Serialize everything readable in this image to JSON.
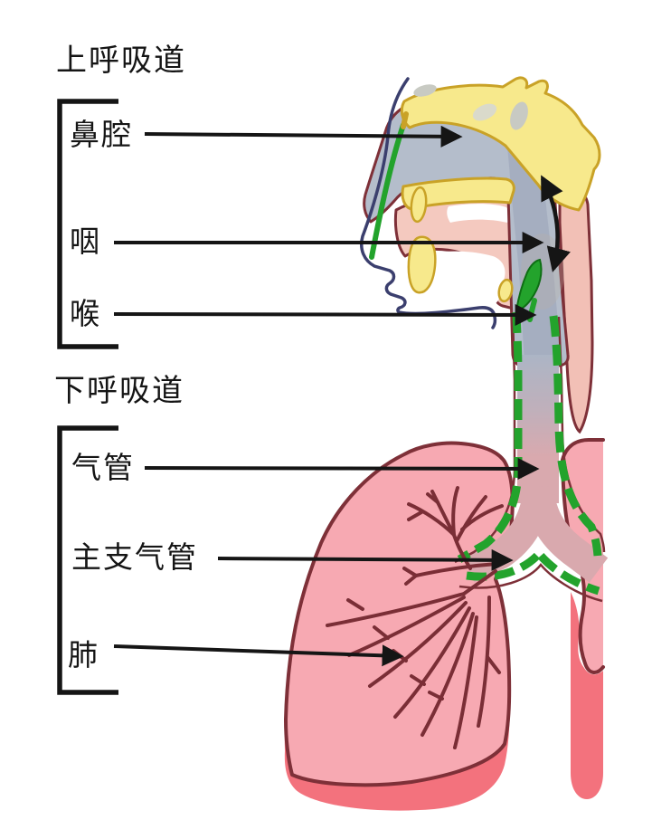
{
  "diagram": {
    "type": "respiratory-system-anatomy",
    "section_titles": {
      "upper": "上呼吸道",
      "lower": "下呼吸道"
    },
    "labels": {
      "nasal_cavity": "鼻腔",
      "pharynx": "咽",
      "larynx": "喉",
      "trachea": "气管",
      "main_bronchus": "主支气管",
      "lung": "肺"
    },
    "colors": {
      "background": "#FFFFFF",
      "label_text": "#151515",
      "pointer_line": "#151515",
      "lung_light": "#F7A9B2",
      "lung_shadow": "#F3727D",
      "outline_maroon": "#7E3038",
      "cartilage_green": "#23A32C",
      "cartilage_green_dark": "#0E6E14",
      "bone_yellow": "#F7E98C",
      "bone_edge_gold": "#C9A227",
      "airway_gray": "#B4BDCB",
      "airway_gray_dark": "#A2ACBE",
      "mouth_pink": "#F4C9BF",
      "face_outline_navy": "#3B3F6E",
      "trachea_inner_mauve": "#D9A9AE",
      "esophagus_salmon": "#F2C0B6"
    }
  }
}
